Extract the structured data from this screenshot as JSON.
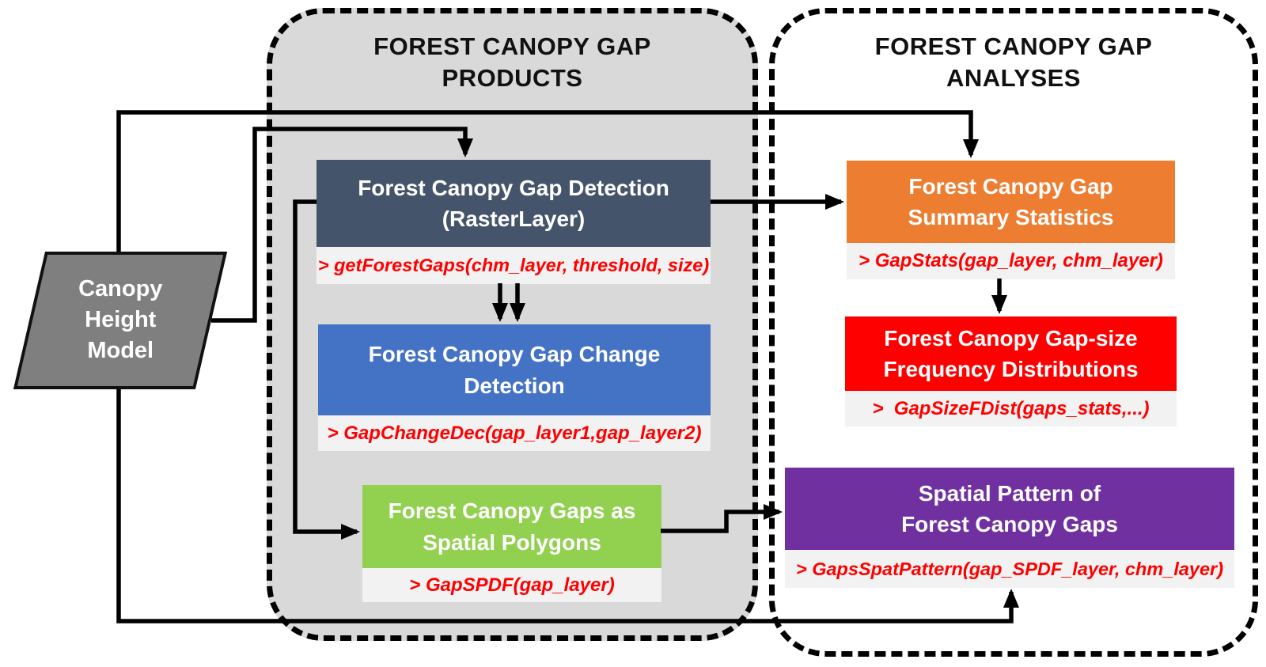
{
  "panels": {
    "products": {
      "title": "FOREST CANOPY GAP\nPRODUCTS",
      "fill": "#d9d9d9"
    },
    "analyses": {
      "title": "FOREST CANOPY GAP\nANALYSES",
      "fill": "#ffffff"
    }
  },
  "input_node": {
    "label": "Canopy\nHeight\nModel",
    "fill": "#7f7f7f"
  },
  "boxes": [
    {
      "id": "forest-canopy-gap-detection",
      "title": "Forest Canopy Gap Detection\n(RasterLayer)",
      "code": "> getForestGaps(chm_layer, threshold, size)",
      "color": "#44546a"
    },
    {
      "id": "forest-canopy-gap-change-detection",
      "title": "Forest Canopy Gap Change\nDetection",
      "code": "> GapChangeDec(gap_layer1,gap_layer2)",
      "color": "#4472c4"
    },
    {
      "id": "forest-canopy-gaps-as-spatial-polygons",
      "title": "Forest Canopy Gaps as\nSpatial Polygons",
      "code": "> GapSPDF(gap_layer)",
      "color": "#92d050"
    },
    {
      "id": "forest-canopy-gap-summary-statistics",
      "title": "Forest Canopy Gap\nSummary Statistics",
      "code": "> GapStats(gap_layer, chm_layer)",
      "color": "#ed7d31"
    },
    {
      "id": "forest-canopy-gap-size-frequency-distributions",
      "title": "Forest Canopy Gap-size\nFrequency Distributions",
      "code": ">  GapSizeFDist(gaps_stats,...)",
      "color": "#ff0000"
    },
    {
      "id": "spatial-pattern-of-forest-canopy-gaps",
      "title": "Spatial Pattern of\nForest Canopy Gaps",
      "code": "> GapsSpatPattern(gap_SPDF_layer, chm_layer)",
      "color": "#7030a0"
    }
  ],
  "colors": {
    "code_text": "#ff0000",
    "code_background": "#f2f2f2",
    "connector": "#000000",
    "panel_border": "#000000"
  }
}
